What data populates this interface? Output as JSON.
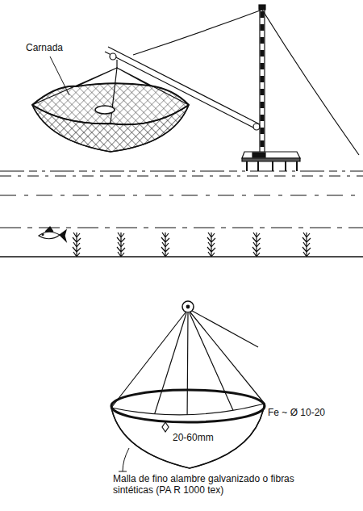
{
  "diagram": {
    "labels": [
      "Carnada",
      "Fe ~ Ø 10-20",
      "20-60mm",
      "Malla de fino alambre galvanizado o fibras sintéticas (PA R 1000 tex)"
    ]
  }
}
